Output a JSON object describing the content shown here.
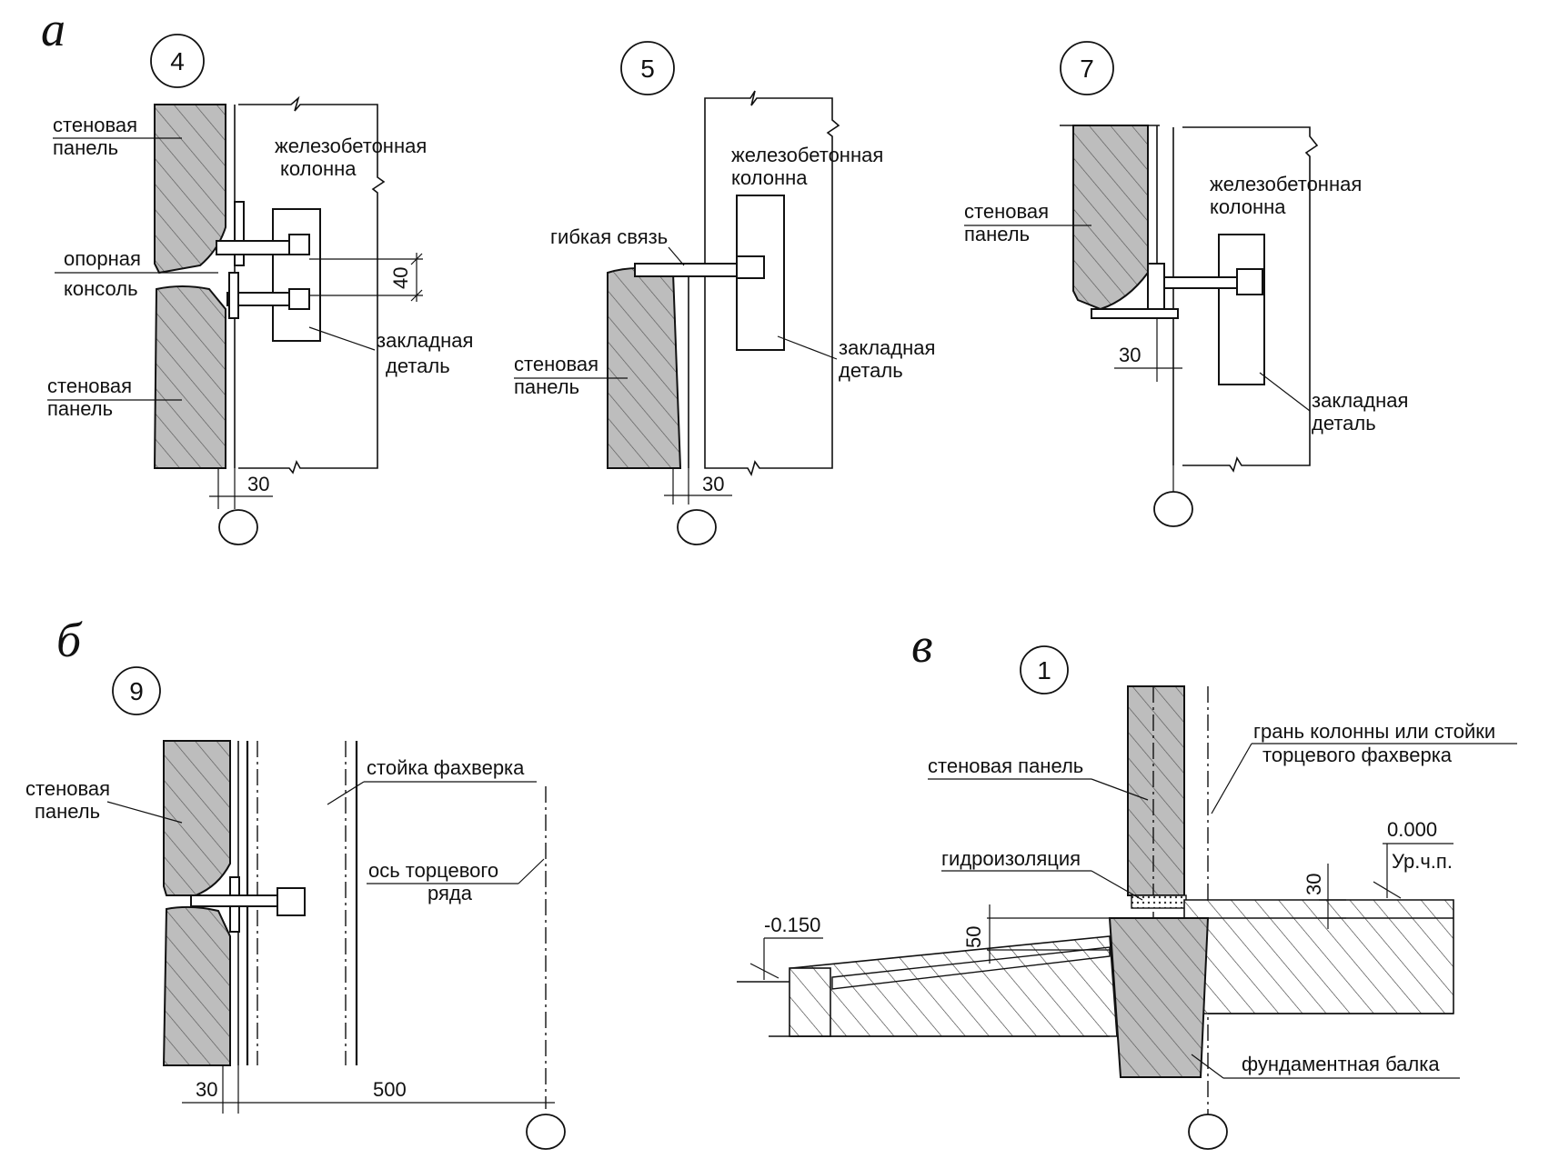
{
  "sections": {
    "a": "а",
    "b": "б",
    "v": "в"
  },
  "nodes": {
    "n4": "4",
    "n5": "5",
    "n7": "7",
    "n9": "9",
    "n1": "1"
  },
  "labels": {
    "wall_panel_1": "стеновая",
    "wall_panel_2": "панель",
    "rc_column_1": "железобетонная",
    "rc_column_2": "колонна",
    "support_1": "опорная",
    "support_2": "консоль",
    "embedded_1": "закладная",
    "embedded_2": "деталь",
    "flexible_link": "гибкая связь",
    "wall_panel_full": "стеновая панель",
    "frame_post": "стойка фахверка",
    "axis_1": "ось торцевого",
    "axis_2": "ряда",
    "edge_1": "грань колонны или стойки",
    "edge_2": "торцевого  фахверка",
    "waterproofing": "гидроизоляция",
    "foundation_beam": "фундаментная балка",
    "level_zero": "0.000",
    "level_floor": "Ур.ч.п.",
    "level_minus": "-0.150"
  },
  "dimensions": {
    "d30": "30",
    "d40": "40",
    "d50": "50",
    "d500": "500"
  },
  "colors": {
    "panel_fill": "#bdbdbd",
    "line": "#111111"
  }
}
